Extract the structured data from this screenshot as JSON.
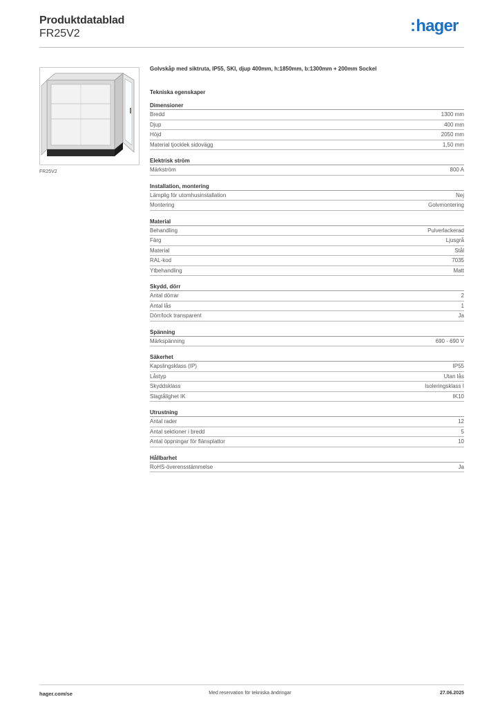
{
  "header": {
    "title": "Produktdatablad",
    "code": "FR25V2",
    "logo_text": "hager",
    "logo_color": "#1d6fc4"
  },
  "image": {
    "caption": "FR25V2"
  },
  "description": "Golvskåp med siktruta, IP55, SKI, djup 400mm, h:1850mm, b:1300mm + 200mm Sockel",
  "section_title": "Tekniska egenskaper",
  "groups": [
    {
      "title": "Dimensioner",
      "rows": [
        {
          "label": "Bredd",
          "value": "1300 mm"
        },
        {
          "label": "Djup",
          "value": "400 mm"
        },
        {
          "label": "Höjd",
          "value": "2050 mm"
        },
        {
          "label": "Material tjocklek sidovägg",
          "value": "1,50 mm"
        }
      ]
    },
    {
      "title": "Elektrisk ström",
      "rows": [
        {
          "label": "Märkström",
          "value": "800 A"
        }
      ]
    },
    {
      "title": "Installation, montering",
      "rows": [
        {
          "label": "Lämplig för utomhusinstallation",
          "value": "Nej"
        },
        {
          "label": "Montering",
          "value": "Golvmontering"
        }
      ]
    },
    {
      "title": "Material",
      "rows": [
        {
          "label": "Behandling",
          "value": "Pulverlackerad"
        },
        {
          "label": "Färg",
          "value": "Ljusgrå"
        },
        {
          "label": "Material",
          "value": "Stål"
        },
        {
          "label": "RAL-kod",
          "value": "7035"
        },
        {
          "label": "Ytbehandling",
          "value": "Matt"
        }
      ]
    },
    {
      "title": "Skydd, dörr",
      "rows": [
        {
          "label": "Antal dörrar",
          "value": "2"
        },
        {
          "label": "Antal lås",
          "value": "1"
        },
        {
          "label": "Dörr/lock transparent",
          "value": "Ja"
        }
      ]
    },
    {
      "title": "Spänning",
      "rows": [
        {
          "label": "Märkspänning",
          "value": "690 - 690 V"
        }
      ]
    },
    {
      "title": "Säkerhet",
      "rows": [
        {
          "label": "Kapslingsklass (IP)",
          "value": "IP55"
        },
        {
          "label": "Låstyp",
          "value": "Utan lås"
        },
        {
          "label": "Skyddsklass",
          "value": "Isoleringsklass I"
        },
        {
          "label": "Slagtålighet IK",
          "value": "IK10"
        }
      ]
    },
    {
      "title": "Utrustning",
      "rows": [
        {
          "label": "Antal rader",
          "value": "12"
        },
        {
          "label": "Antal sektioner i bredd",
          "value": "5"
        },
        {
          "label": "Antal öppningar för flänsplattor",
          "value": "10"
        }
      ]
    },
    {
      "title": "Hållbarhet",
      "rows": [
        {
          "label": "RoHS-överensstämmelse",
          "value": "Ja"
        }
      ]
    }
  ],
  "footer": {
    "website": "hager.com/se",
    "note": "Med reservation för tekniska ändringar",
    "date": "27.06.2025"
  }
}
